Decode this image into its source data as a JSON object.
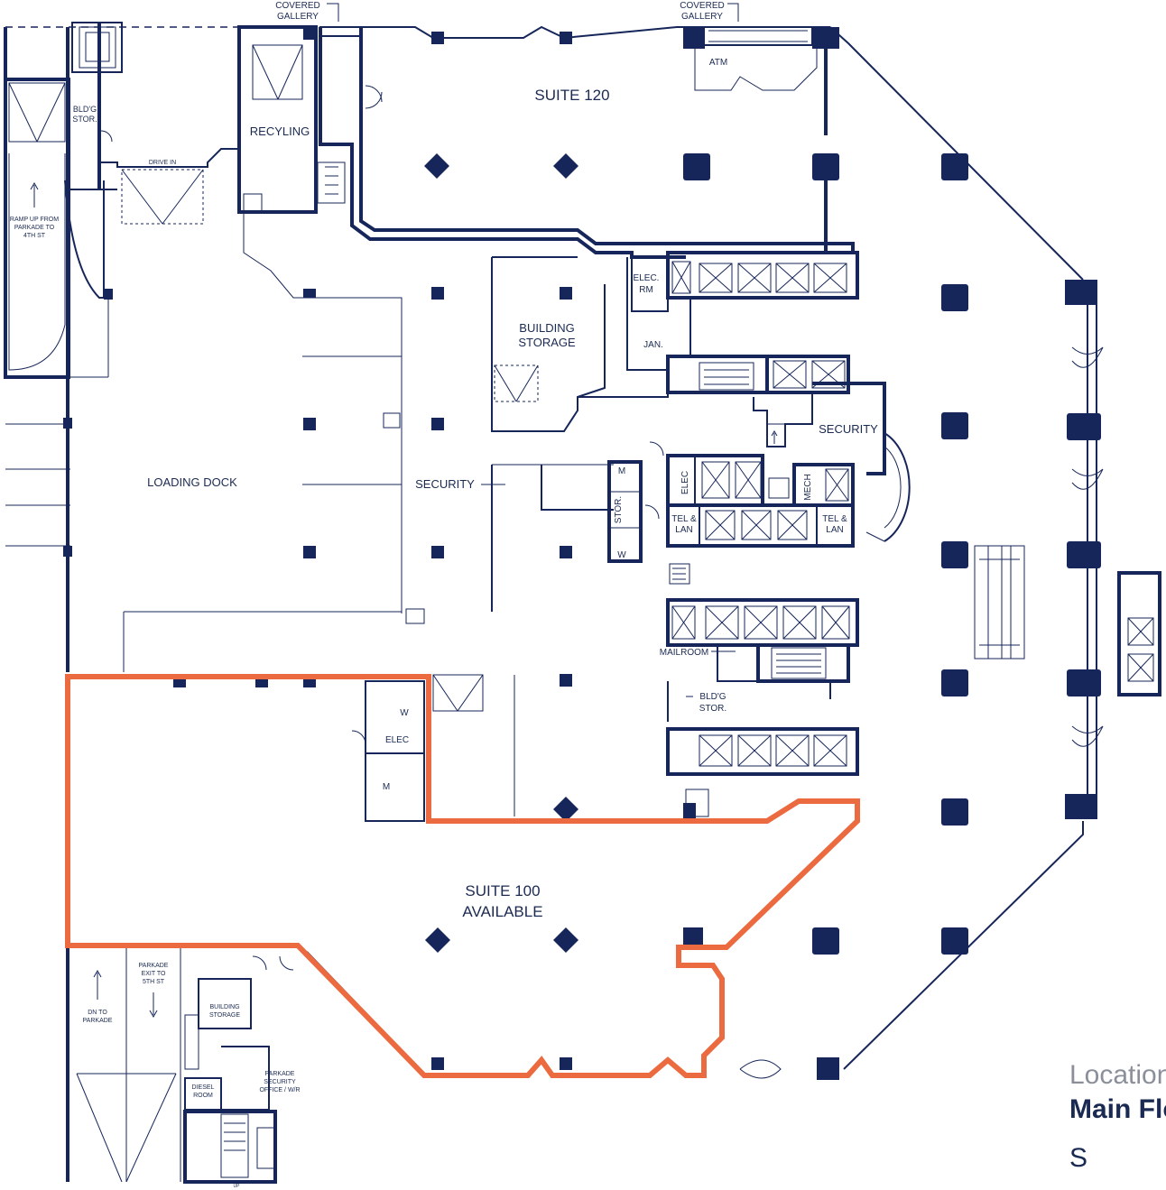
{
  "plan": {
    "labels": {
      "covered_gallery_1": "COVERED",
      "covered_gallery_1b": "GALLERY",
      "covered_gallery_2": "COVERED",
      "covered_gallery_2b": "GALLERY",
      "atm": "ATM",
      "suite_120": "SUITE 120",
      "bldg_stor_1a": "BLD'G",
      "bldg_stor_1b": "STOR.",
      "recycling": "RECYLING",
      "drive_in": "DRIVE IN",
      "ramp_up_1": "RAMP UP FROM",
      "ramp_up_2": "PARKADE TO",
      "ramp_up_3": "4TH ST",
      "elec_rm_1": "ELEC.",
      "elec_rm_2": "RM",
      "jan": "JAN.",
      "building_storage_1": "BUILDING",
      "building_storage_2": "STORAGE",
      "security_top": "SECURITY",
      "loading_dock": "LOADING DOCK",
      "security_mid": "SECURITY",
      "elec_core": "ELEC",
      "mech": "MECH",
      "stor_core": "STOR.",
      "m_1": "M",
      "w_1": "W",
      "tel_lan_1a": "TEL &",
      "tel_lan_1b": "LAN",
      "tel_lan_2a": "TEL &",
      "tel_lan_2b": "LAN",
      "mailroom": "MAILROOM",
      "bldg_stor_2a": "BLD'G",
      "bldg_stor_2b": "STOR.",
      "w_2": "W",
      "elec_2": "ELEC",
      "m_2": "M",
      "suite_100_1": "SUITE 100",
      "suite_100_2": "AVAILABLE",
      "parkade_exit_1": "PARKADE",
      "parkade_exit_2": "EXIT TO",
      "parkade_exit_3": "5TH ST",
      "dn_parkade_1": "DN TO",
      "dn_parkade_2": "PARKADE",
      "bldg_storage_low_1": "BUILDING",
      "bldg_storage_low_2": "STORAGE",
      "diesel_1": "DIESEL",
      "diesel_2": "ROOM",
      "parkade_sec_1": "PARKADE",
      "parkade_sec_2": "SECURITY",
      "parkade_sec_3": "OFFICE / W/R",
      "up": "UP"
    },
    "colors": {
      "walls": "#16265a",
      "suite_outline": "#ec6a3f",
      "text": "#1b2a52"
    }
  },
  "legend": {
    "location": "Location",
    "floor": "Main Floor",
    "suffix": "S"
  }
}
